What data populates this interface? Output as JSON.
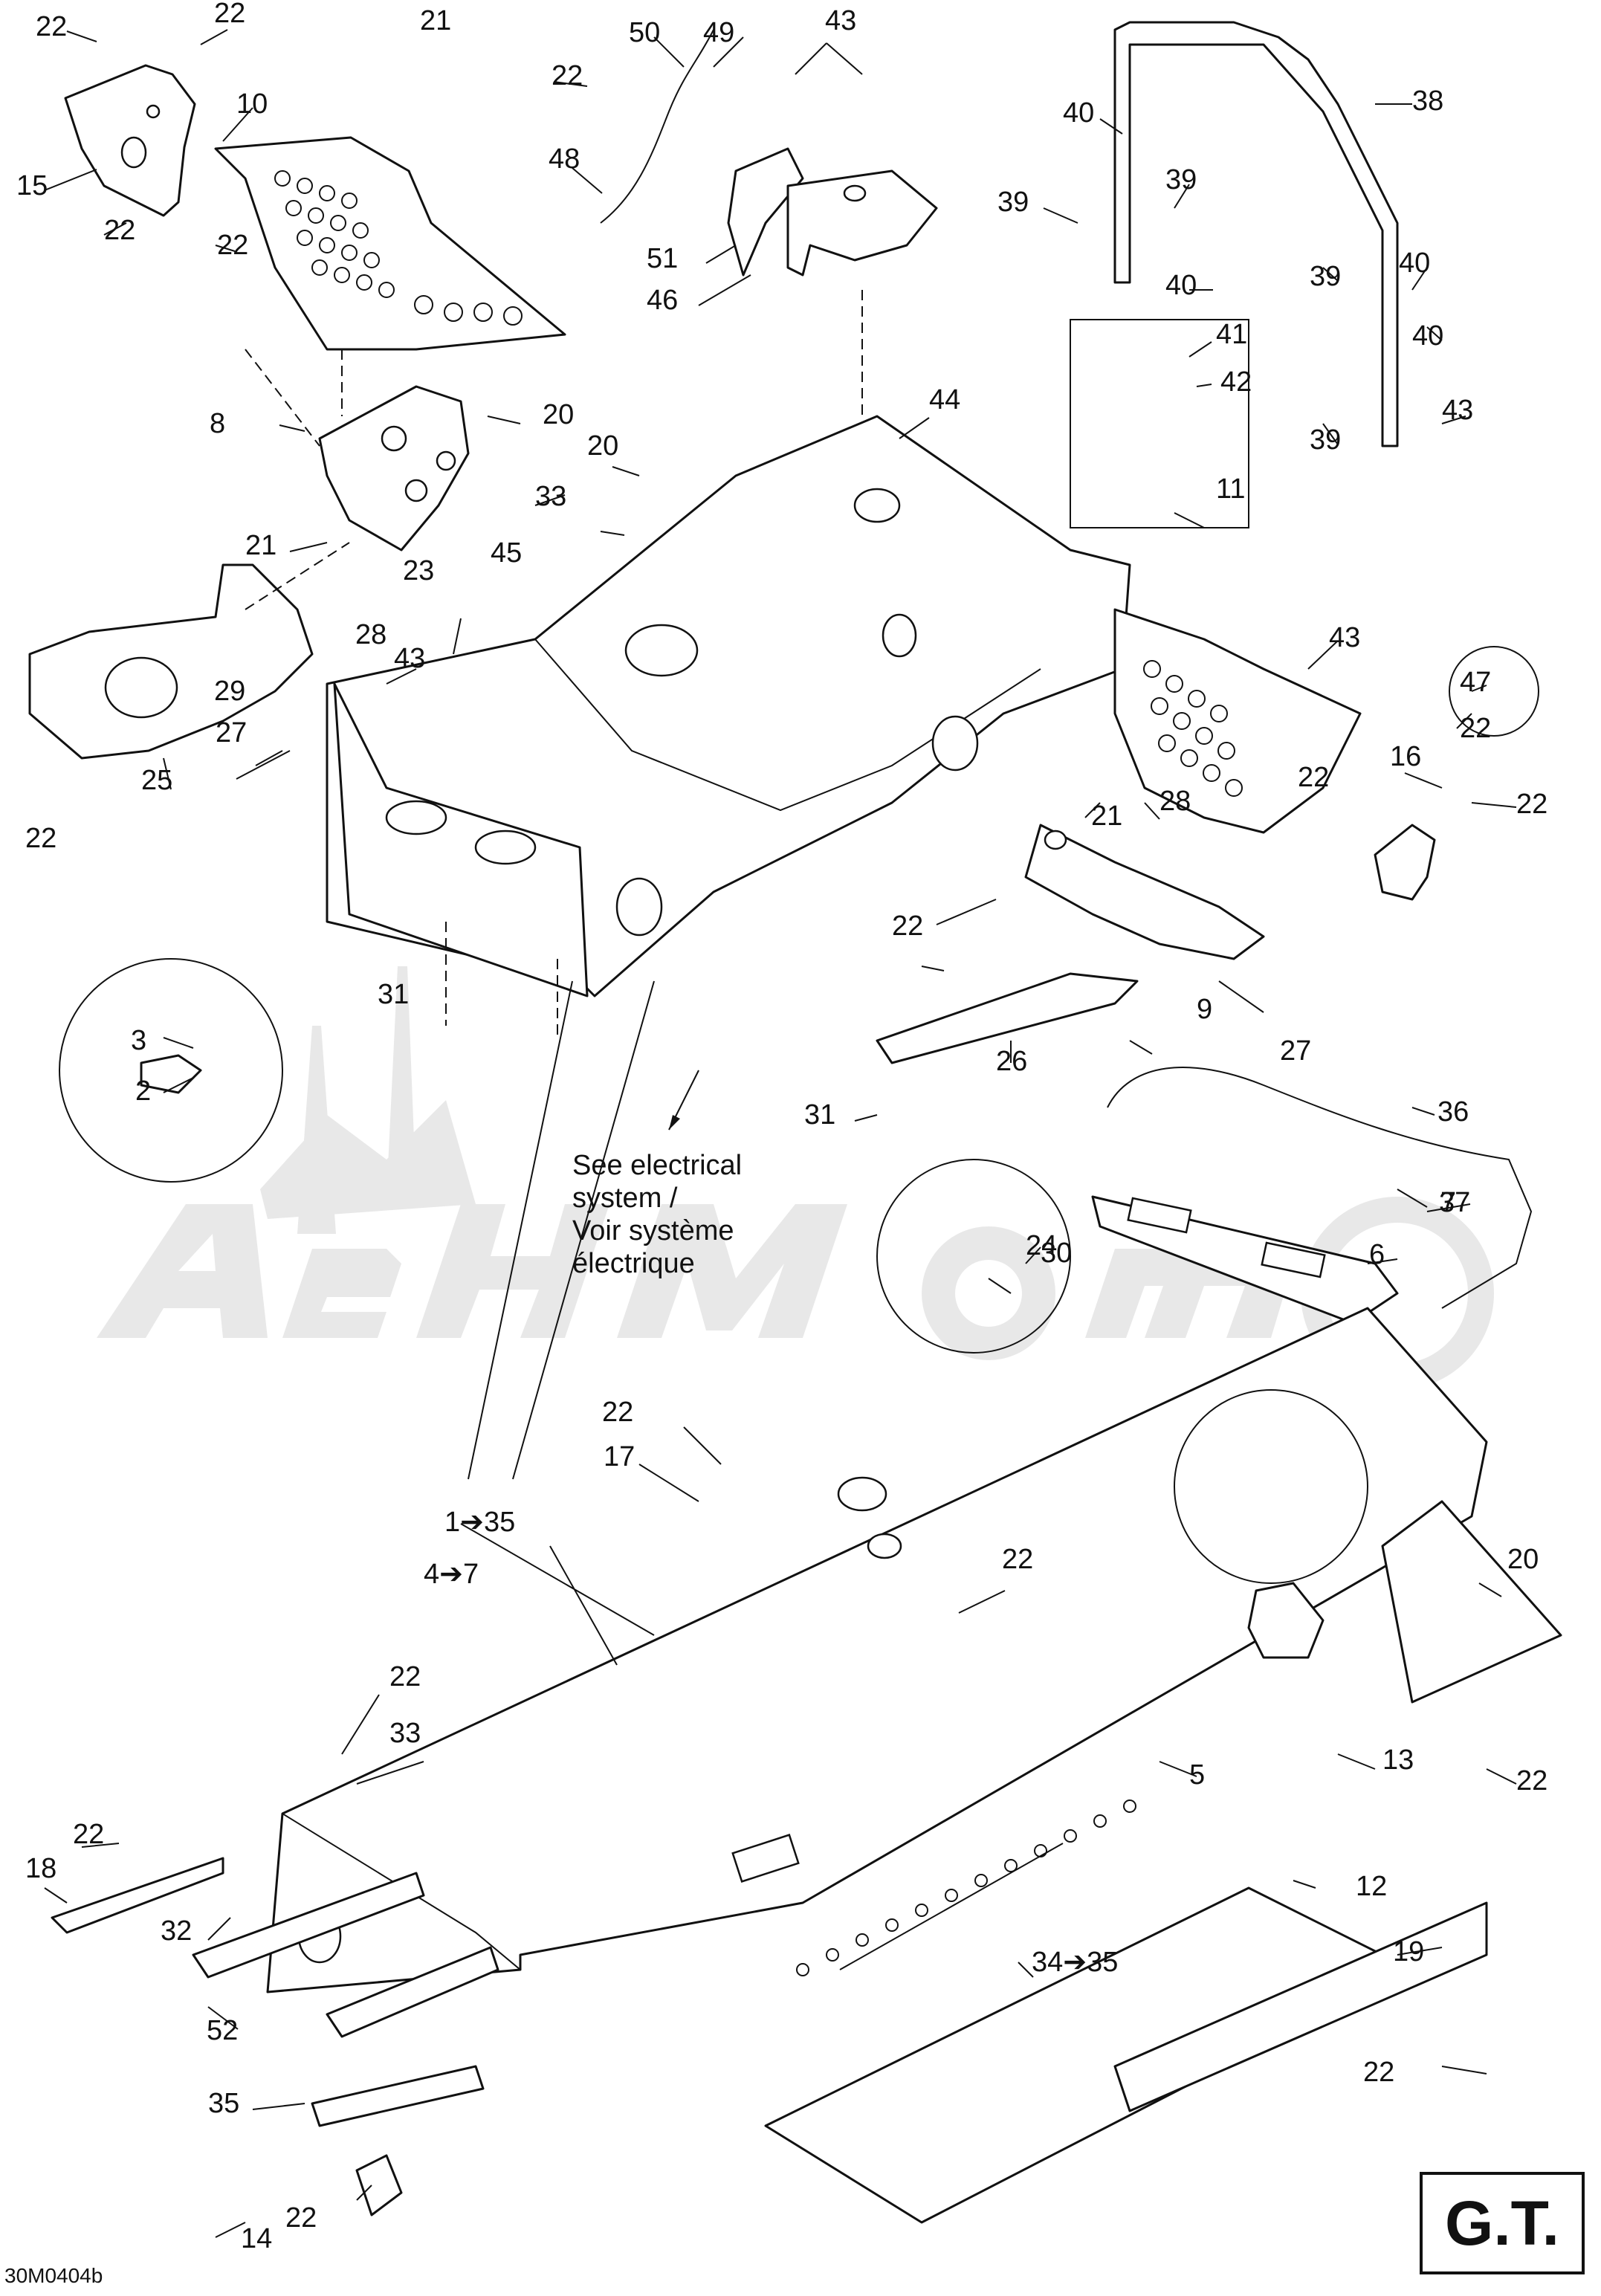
{
  "diagram": {
    "callouts": [
      "22",
      "22",
      "21",
      "22",
      "10",
      "15",
      "22",
      "22",
      "8",
      "20",
      "21",
      "23",
      "20",
      "33",
      "45",
      "28",
      "43",
      "29",
      "27",
      "25",
      "22",
      "31",
      "3",
      "2",
      "50",
      "49",
      "43",
      "48",
      "51",
      "46",
      "44",
      "38",
      "40",
      "39",
      "39",
      "40",
      "39",
      "40",
      "40",
      "39",
      "43",
      "41",
      "42",
      "11",
      "43",
      "47",
      "22",
      "16",
      "22",
      "28",
      "21",
      "22",
      "22",
      "9",
      "27",
      "26",
      "31",
      "36",
      "37",
      "7",
      "6",
      "24",
      "30",
      "22",
      "17",
      "1➔35",
      "4➔7",
      "22",
      "20",
      "22",
      "33",
      "22",
      "13",
      "12",
      "18",
      "22",
      "32",
      "52",
      "5",
      "34➔35",
      "19",
      "35",
      "22",
      "14",
      "22"
    ],
    "note_lines": [
      "See electrical",
      "system /",
      "Voir système",
      "électrique"
    ],
    "model_badge": "G.T.",
    "drawing_code": "30M0404b",
    "watermark": "AeHMoto"
  }
}
